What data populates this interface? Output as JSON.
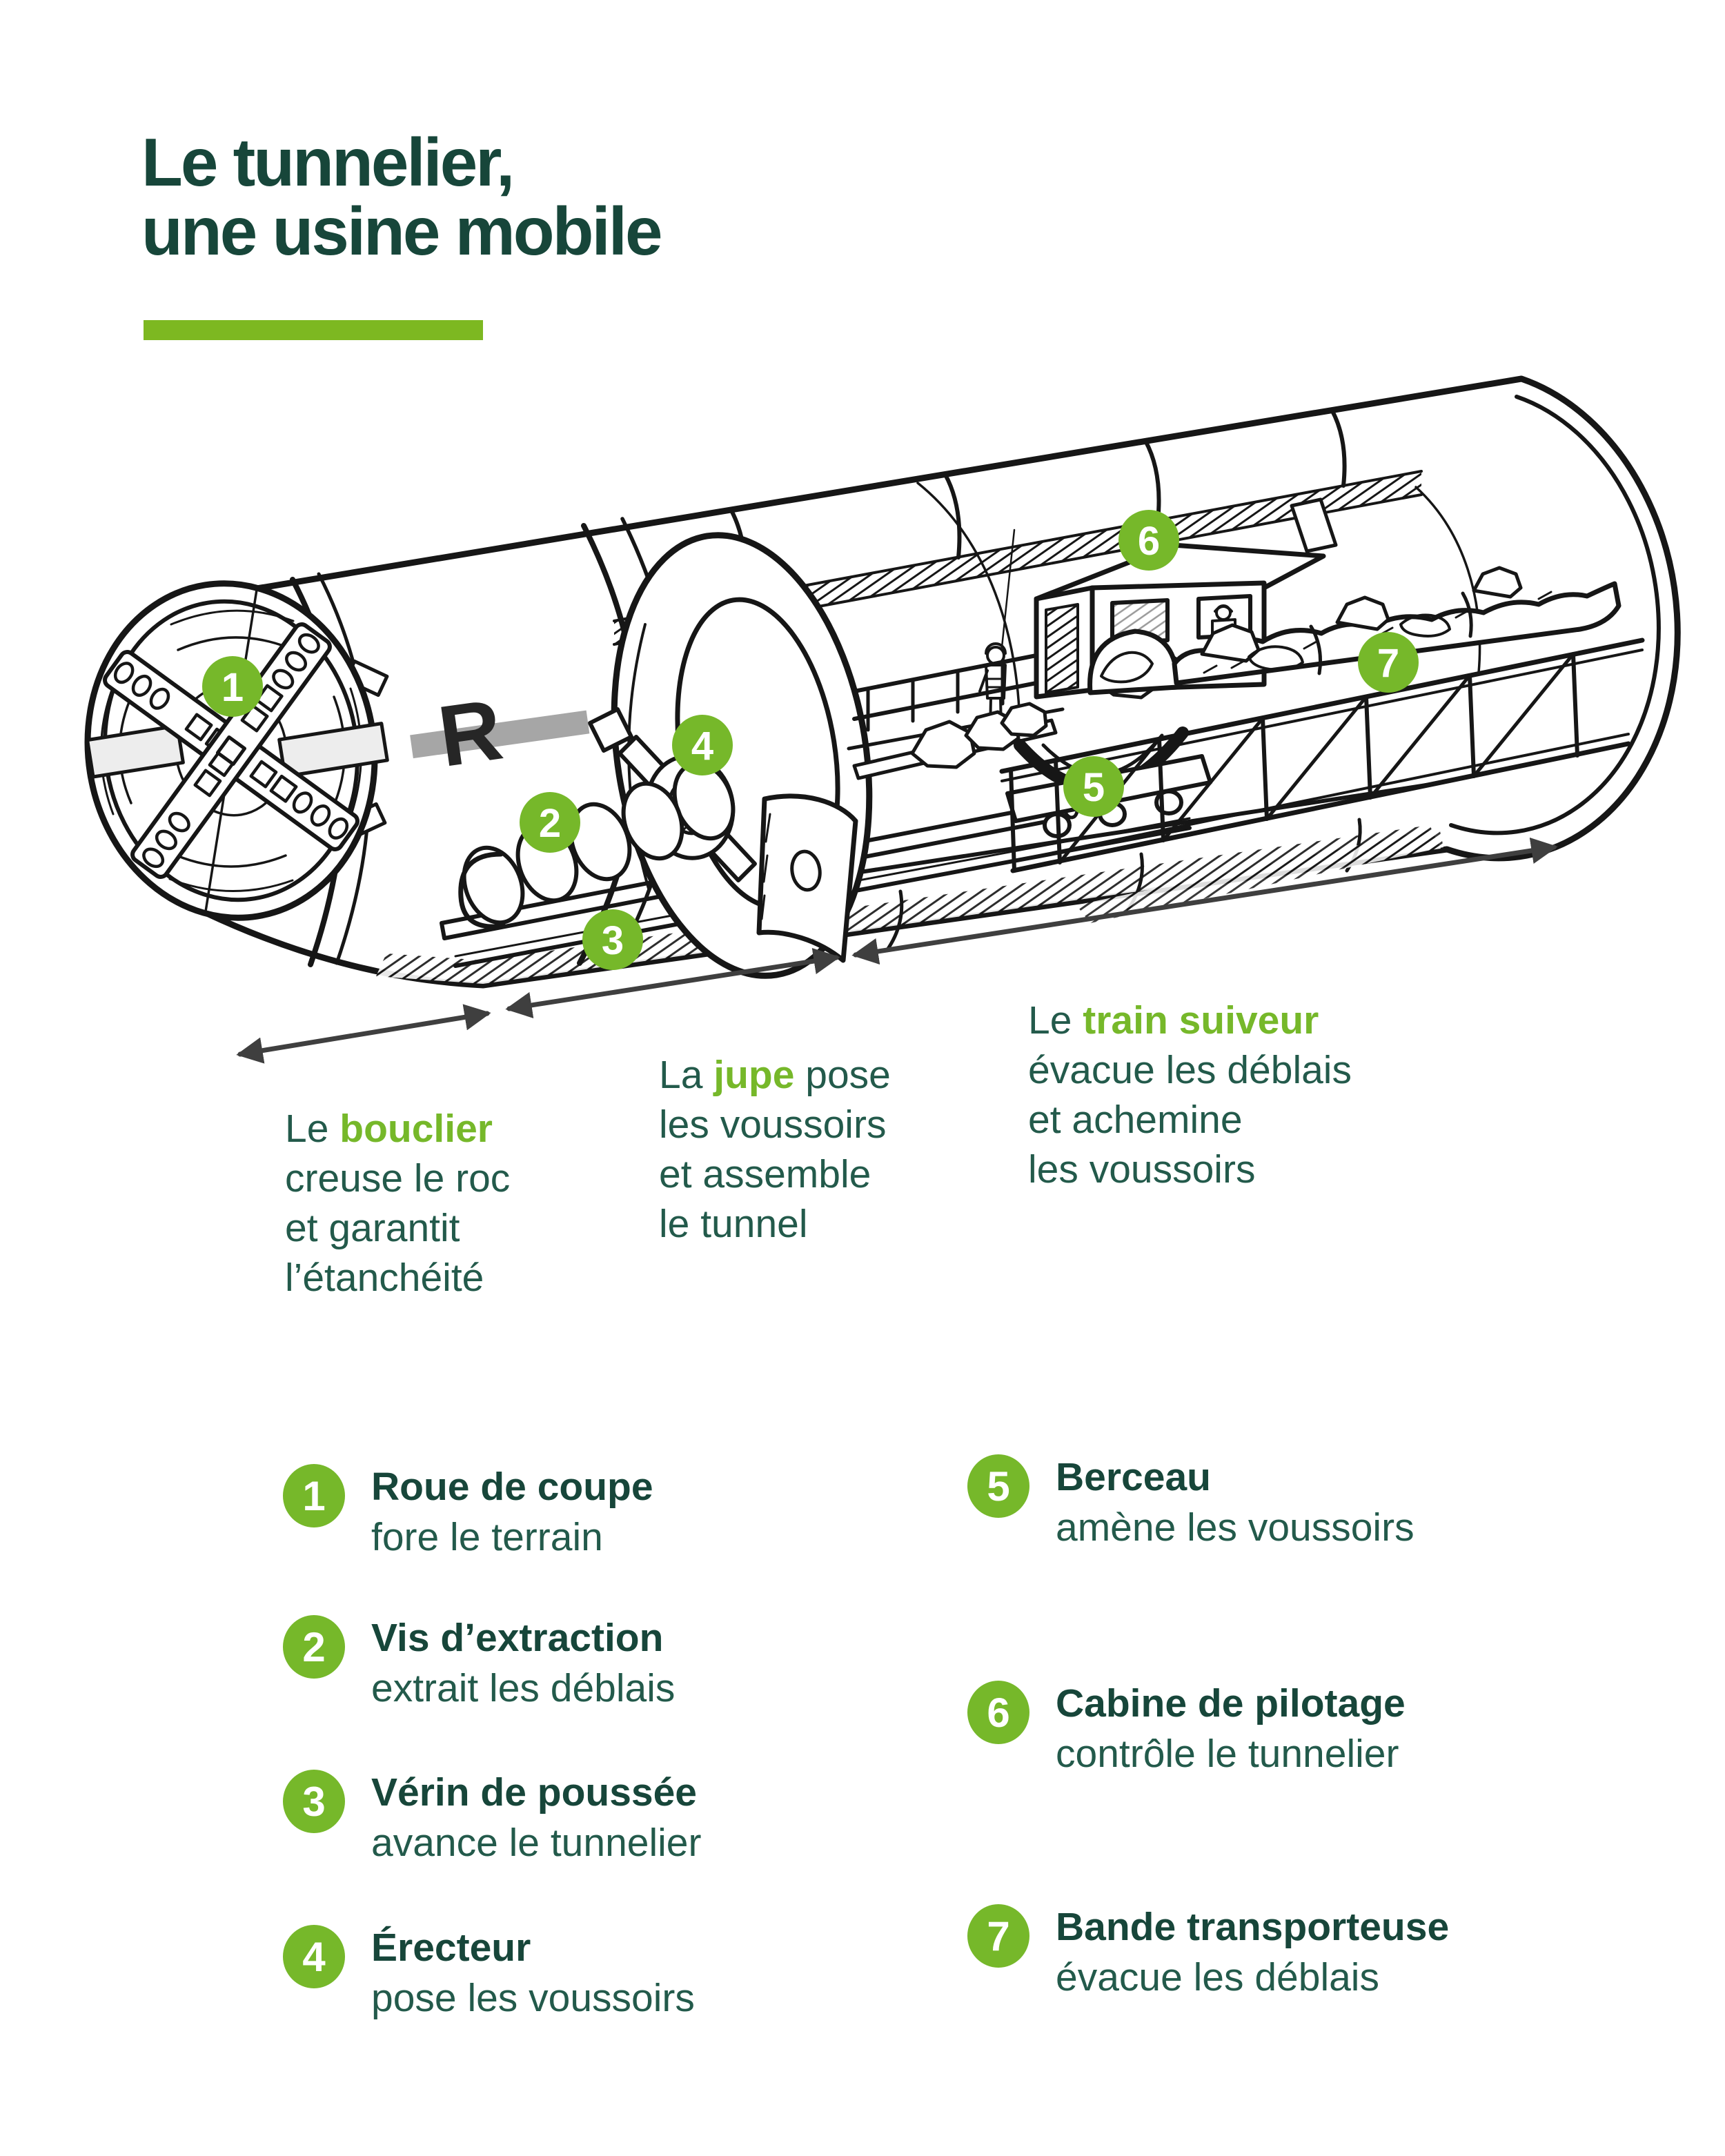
{
  "title": {
    "line1": "Le tunnelier,",
    "line2": "une usine mobile"
  },
  "logo": {
    "letter": "R"
  },
  "captions": [
    {
      "prefix": "Le ",
      "accent": "bouclier",
      "suffix": "",
      "lines": [
        "creuse le roc",
        "et garantit",
        "l’étanchéité"
      ]
    },
    {
      "prefix": "La ",
      "accent": "jupe",
      "suffix": " pose",
      "lines": [
        "les voussoirs",
        "et assemble",
        "le tunnel"
      ]
    },
    {
      "prefix": "Le ",
      "accent": "train suiveur",
      "suffix": "",
      "lines": [
        "évacue les déblais",
        "et achemine",
        "les voussoirs"
      ]
    }
  ],
  "diagram": {
    "badges": [
      "1",
      "2",
      "3",
      "4",
      "5",
      "6",
      "7"
    ]
  },
  "legend": {
    "left": [
      {
        "num": "1",
        "title": "Roue de coupe",
        "desc": "fore le terrain"
      },
      {
        "num": "2",
        "title": "Vis d’extraction",
        "desc": "extrait les déblais"
      },
      {
        "num": "3",
        "title": "Vérin de poussée",
        "desc": "avance le tunnelier"
      },
      {
        "num": "4",
        "title": "Érecteur",
        "desc": "pose les voussoirs"
      }
    ],
    "right": [
      {
        "num": "5",
        "title": "Berceau",
        "desc": "amène les voussoirs"
      },
      {
        "num": "6",
        "title": "Cabine de pilotage",
        "desc": "contrôle le tunnelier"
      },
      {
        "num": "7",
        "title": "Bande transporteuse",
        "desc": "évacue les déblais"
      }
    ]
  },
  "colors": {
    "accent": "#76b82a",
    "bar": "#7db821",
    "heading": "#17463a",
    "body": "#235a4b",
    "arrow": "#3f3f3f",
    "ink": "#161616",
    "gray": "#a6a6a6",
    "logoink": "#262626"
  }
}
